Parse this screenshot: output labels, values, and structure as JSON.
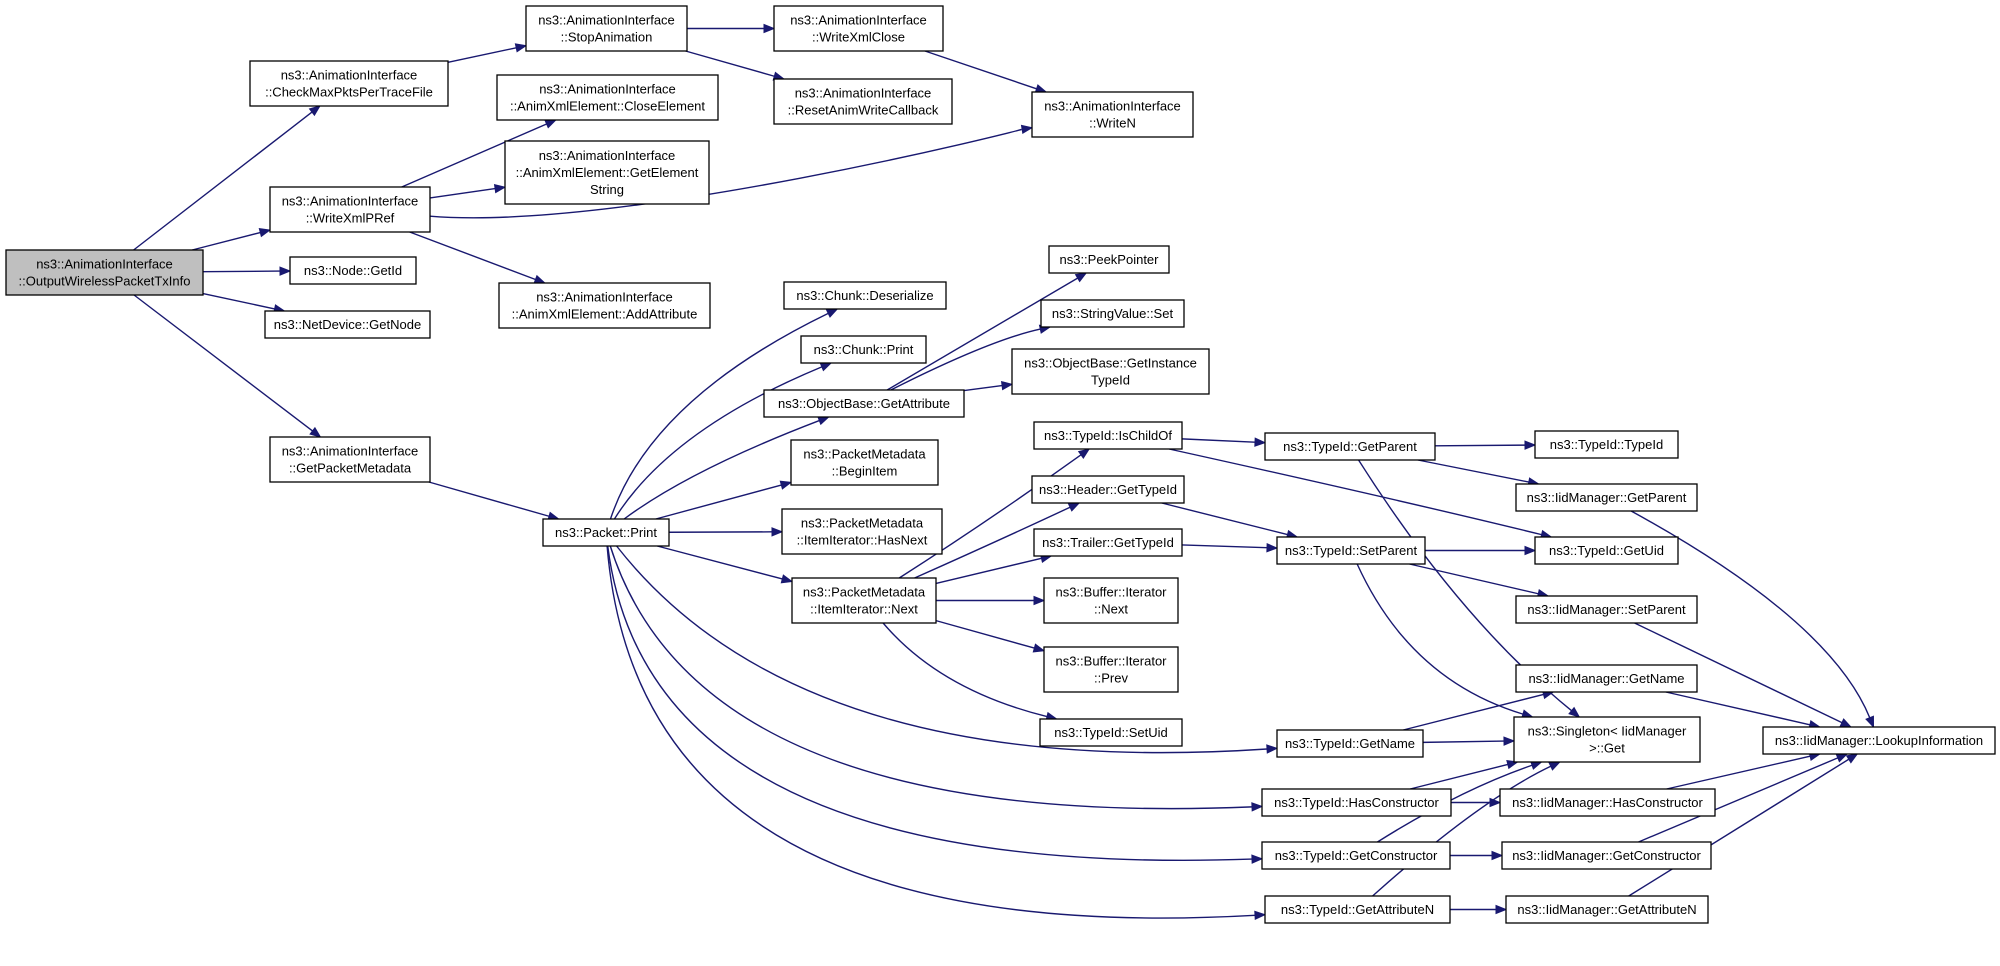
{
  "graph": {
    "colors": {
      "edge": "#191970",
      "node_fill": "#ffffff",
      "root_fill": "#bfbfbf",
      "node_border": "#000000"
    },
    "nodes": [
      {
        "id": "owptx",
        "lines": [
          "ns3::AnimationInterface",
          "::OutputWirelessPacketTxInfo"
        ],
        "root": true
      },
      {
        "id": "cmppt",
        "lines": [
          "ns3::AnimationInterface",
          "::CheckMaxPktsPerTraceFile"
        ]
      },
      {
        "id": "stopani",
        "lines": [
          "ns3::AnimationInterface",
          "::StopAnimation"
        ]
      },
      {
        "id": "wxclose",
        "lines": [
          "ns3::AnimationInterface",
          "::WriteXmlClose"
        ]
      },
      {
        "id": "resetcb",
        "lines": [
          "ns3::AnimationInterface",
          "::ResetAnimWriteCallback"
        ]
      },
      {
        "id": "writen",
        "lines": [
          "ns3::AnimationInterface",
          "::WriteN"
        ]
      },
      {
        "id": "closeel",
        "lines": [
          "ns3::AnimationInterface",
          "::AnimXmlElement::CloseElement"
        ]
      },
      {
        "id": "getelstr",
        "lines": [
          "ns3::AnimationInterface",
          "::AnimXmlElement::GetElement",
          "String"
        ]
      },
      {
        "id": "wxpref",
        "lines": [
          "ns3::AnimationInterface",
          "::WriteXmlPRef"
        ]
      },
      {
        "id": "addattr",
        "lines": [
          "ns3::AnimationInterface",
          "::AnimXmlElement::AddAttribute"
        ]
      },
      {
        "id": "nodegetid",
        "lines": [
          "ns3::Node::GetId"
        ]
      },
      {
        "id": "ndgetnode",
        "lines": [
          "ns3::NetDevice::GetNode"
        ]
      },
      {
        "id": "getpm",
        "lines": [
          "ns3::AnimationInterface",
          "::GetPacketMetadata"
        ]
      },
      {
        "id": "pktprint",
        "lines": [
          "ns3::Packet::Print"
        ]
      },
      {
        "id": "chdeser",
        "lines": [
          "ns3::Chunk::Deserialize"
        ]
      },
      {
        "id": "chprint",
        "lines": [
          "ns3::Chunk::Print"
        ]
      },
      {
        "id": "obgetattr",
        "lines": [
          "ns3::ObjectBase::GetAttribute"
        ]
      },
      {
        "id": "peekptr",
        "lines": [
          "ns3::PeekPointer"
        ]
      },
      {
        "id": "svset",
        "lines": [
          "ns3::StringValue::Set"
        ]
      },
      {
        "id": "obgetinst",
        "lines": [
          "ns3::ObjectBase::GetInstance",
          "TypeId"
        ]
      },
      {
        "id": "pmbegin",
        "lines": [
          "ns3::PacketMetadata",
          "::BeginItem"
        ]
      },
      {
        "id": "pmhasnext",
        "lines": [
          "ns3::PacketMetadata",
          "::ItemIterator::HasNext"
        ]
      },
      {
        "id": "pmnext",
        "lines": [
          "ns3::PacketMetadata",
          "::ItemIterator::Next"
        ]
      },
      {
        "id": "ischildof",
        "lines": [
          "ns3::TypeId::IsChildOf"
        ]
      },
      {
        "id": "hdrgettid",
        "lines": [
          "ns3::Header::GetTypeId"
        ]
      },
      {
        "id": "trlgettid",
        "lines": [
          "ns3::Trailer::GetTypeId"
        ]
      },
      {
        "id": "bufnext",
        "lines": [
          "ns3::Buffer::Iterator",
          "::Next"
        ]
      },
      {
        "id": "bufprev",
        "lines": [
          "ns3::Buffer::Iterator",
          "::Prev"
        ]
      },
      {
        "id": "tidsetuid",
        "lines": [
          "ns3::TypeId::SetUid"
        ]
      },
      {
        "id": "tidgetparent",
        "lines": [
          "ns3::TypeId::GetParent"
        ]
      },
      {
        "id": "tidsetparent",
        "lines": [
          "ns3::TypeId::SetParent"
        ]
      },
      {
        "id": "tidgetname",
        "lines": [
          "ns3::TypeId::GetName"
        ]
      },
      {
        "id": "tidhasctor",
        "lines": [
          "ns3::TypeId::HasConstructor"
        ]
      },
      {
        "id": "tidgetctor",
        "lines": [
          "ns3::TypeId::GetConstructor"
        ]
      },
      {
        "id": "tidgetattrn",
        "lines": [
          "ns3::TypeId::GetAttributeN"
        ]
      },
      {
        "id": "tidtypeid",
        "lines": [
          "ns3::TypeId::TypeId"
        ]
      },
      {
        "id": "iidgetparent",
        "lines": [
          "ns3::IidManager::GetParent"
        ]
      },
      {
        "id": "tidgetuid",
        "lines": [
          "ns3::TypeId::GetUid"
        ]
      },
      {
        "id": "iidsetparent",
        "lines": [
          "ns3::IidManager::SetParent"
        ]
      },
      {
        "id": "iidgetname",
        "lines": [
          "ns3::IidManager::GetName"
        ]
      },
      {
        "id": "singleton",
        "lines": [
          "ns3::Singleton< IidManager",
          ">::Get"
        ]
      },
      {
        "id": "iidhasctor",
        "lines": [
          "ns3::IidManager::HasConstructor"
        ]
      },
      {
        "id": "iidgetctor",
        "lines": [
          "ns3::IidManager::GetConstructor"
        ]
      },
      {
        "id": "iidgetattrn",
        "lines": [
          "ns3::IidManager::GetAttributeN"
        ]
      },
      {
        "id": "iidlookup",
        "lines": [
          "ns3::IidManager::LookupInformation"
        ]
      }
    ]
  }
}
